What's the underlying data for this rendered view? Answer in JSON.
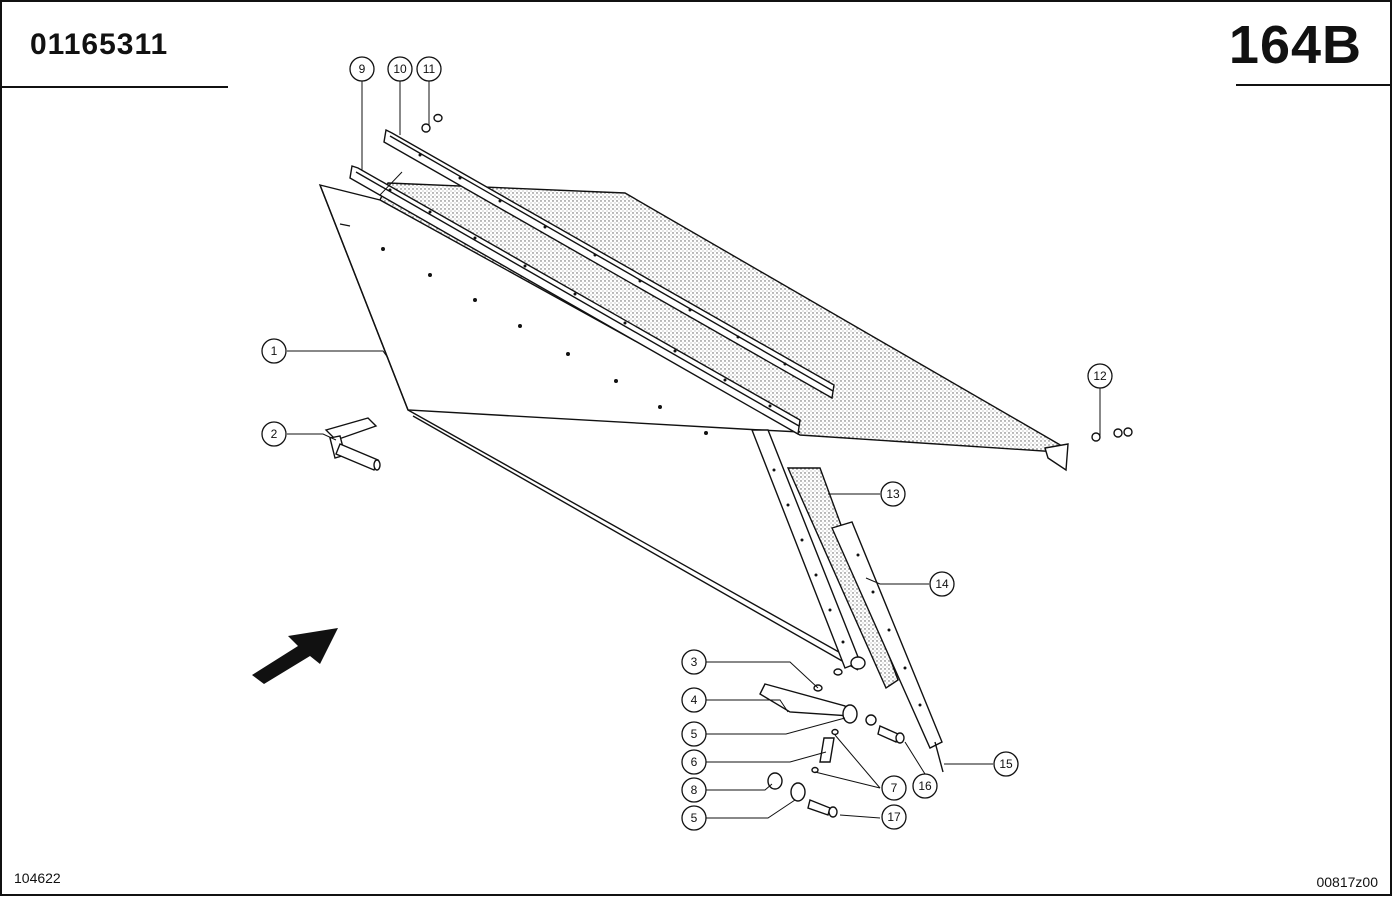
{
  "header": {
    "part_number": "01165311",
    "page_code": "164B"
  },
  "footer": {
    "left_code": "104622",
    "right_code": "00817z00"
  },
  "callouts": [
    "1",
    "2",
    "3",
    "4",
    "5",
    "6",
    "7",
    "8",
    "5",
    "9",
    "10",
    "11",
    "12",
    "13",
    "14",
    "15",
    "16",
    "7",
    "17"
  ],
  "colors": {
    "line": "#111111",
    "shade": "#b8b8b8"
  },
  "icons": {
    "direction": "arrow-icon"
  }
}
